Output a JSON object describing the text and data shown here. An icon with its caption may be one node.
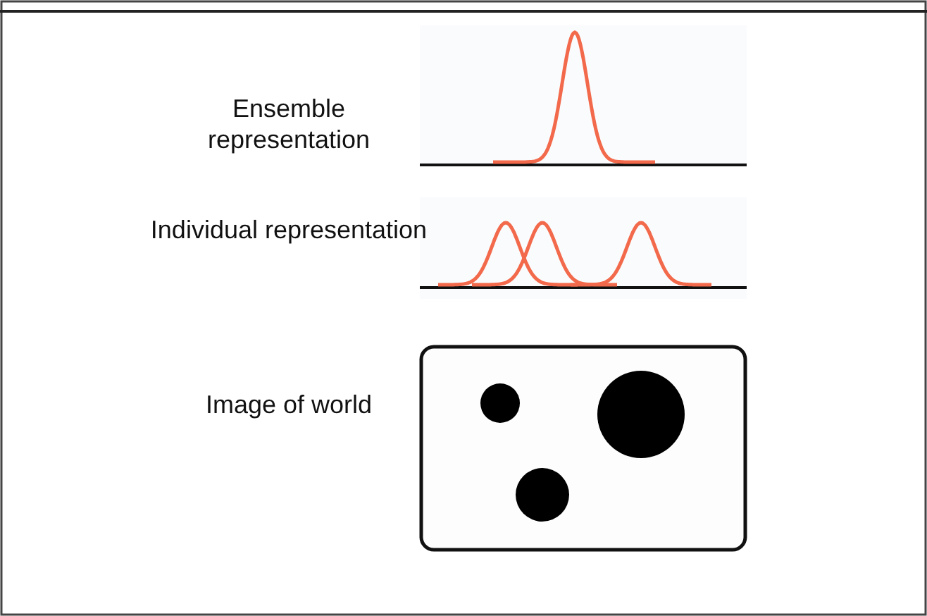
{
  "diagram": {
    "labels": [
      "Ensemble representation",
      "Individual representation",
      "Image of world"
    ]
  }
}
